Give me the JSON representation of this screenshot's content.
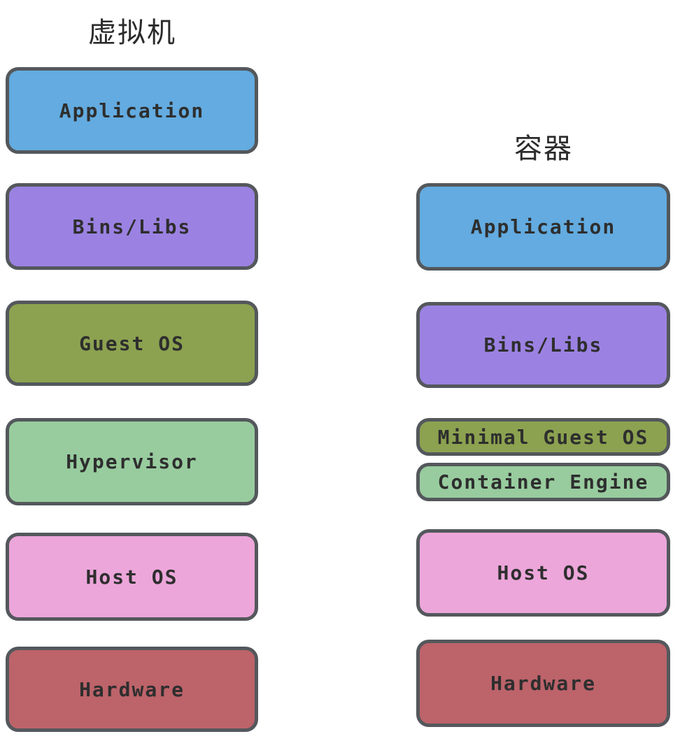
{
  "diagram": {
    "border_color": "#54585c",
    "text_color": "#2e2e2e",
    "background_color": "#ffffff",
    "vm_column": {
      "title": "虚拟机",
      "layers": [
        {
          "label": "Application",
          "color": "#63abe0"
        },
        {
          "label": "Bins/Libs",
          "color": "#9b82e2"
        },
        {
          "label": "Guest OS",
          "color": "#8ca250"
        },
        {
          "label": "Hypervisor",
          "color": "#98cc9e"
        },
        {
          "label": "Host OS",
          "color": "#eca6da"
        },
        {
          "label": "Hardware",
          "color": "#bd636a"
        }
      ]
    },
    "container_column": {
      "title": "容器",
      "layers": [
        {
          "label": "Application",
          "color": "#63abe0"
        },
        {
          "label": "Bins/Libs",
          "color": "#9b82e2"
        },
        {
          "label": "Minimal Guest OS",
          "color": "#8ca250"
        },
        {
          "label": "Container Engine",
          "color": "#98cc9e"
        },
        {
          "label": "Host OS",
          "color": "#eca6da"
        },
        {
          "label": "Hardware",
          "color": "#bd636a"
        }
      ]
    }
  }
}
